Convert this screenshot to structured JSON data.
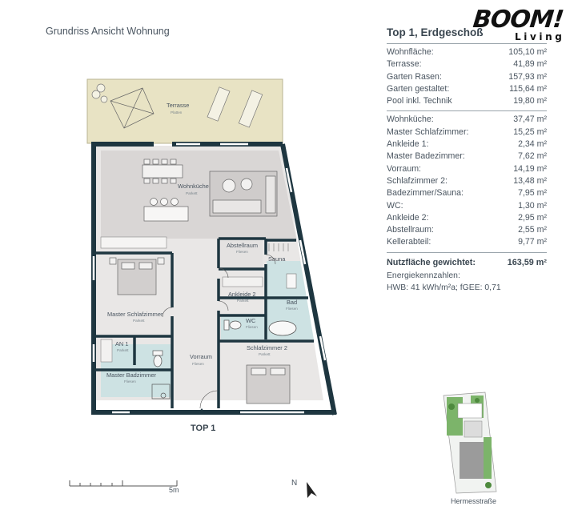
{
  "header": {
    "title": "Grundriss Ansicht Wohnung"
  },
  "logo": {
    "main": "BOOM!",
    "sub": "Living"
  },
  "unit": {
    "title": "Top 1, Erdgeschoß",
    "outdoor": [
      {
        "label": "Wohnfläche:",
        "value": "105,10 m²"
      },
      {
        "label": "Terrasse:",
        "value": "41,89 m²"
      },
      {
        "label": "Garten Rasen:",
        "value": "157,93 m²"
      },
      {
        "label": "Garten gestaltet:",
        "value": "115,64 m²"
      },
      {
        "label": "Pool inkl. Technik",
        "value": "19,80 m²"
      }
    ],
    "rooms": [
      {
        "label": "Wohnküche:",
        "value": "37,47 m²"
      },
      {
        "label": "Master Schlafzimmer:",
        "value": "15,25 m²"
      },
      {
        "label": "Ankleide 1:",
        "value": "2,34 m²"
      },
      {
        "label": "Master Badezimmer:",
        "value": "7,62 m²"
      },
      {
        "label": "Vorraum:",
        "value": "14,19 m²"
      },
      {
        "label": "Schlafzimmer 2:",
        "value": "13,48 m²"
      },
      {
        "label": "Badezimmer/Sauna:",
        "value": "7,95 m²"
      },
      {
        "label": "WC:",
        "value": "1,30 m²"
      },
      {
        "label": "Ankleide 2:",
        "value": "2,95 m²"
      },
      {
        "label": "Abstellraum:",
        "value": "2,55 m²"
      },
      {
        "label": "Kellerabteil:",
        "value": "9,77 m²"
      }
    ],
    "total": {
      "label": "Nutzfläche gewichtet:",
      "value": "163,59 m²"
    },
    "energy": {
      "heading": "Energiekennzahlen:",
      "line": "HWB: 41 kWh/m²a; fGEE: 0,71"
    }
  },
  "plan": {
    "rooms": {
      "terrasse": {
        "name": "Terrasse",
        "floor": "Platten"
      },
      "wohnkueche": {
        "name": "Wohnküche",
        "floor": "Parkett"
      },
      "abstellraum": {
        "name": "Abstellraum",
        "floor": "Fliesen"
      },
      "sauna": {
        "name": "Sauna"
      },
      "ankleide2": {
        "name": "Ankleide 2",
        "floor": "Parkett"
      },
      "bad": {
        "name": "Bad",
        "floor": "Fliesen"
      },
      "wc": {
        "name": "WC",
        "floor": "Fliesen"
      },
      "master_schlaf": {
        "name": "Master Schlafzimmer",
        "floor": "Parkett"
      },
      "an1": {
        "name": "AN 1",
        "floor": "Parkett"
      },
      "vorraum": {
        "name": "Vorraum",
        "floor": "Fliesen"
      },
      "schlaf2": {
        "name": "Schlafzimmer 2",
        "floor": "Parkett"
      },
      "master_bad": {
        "name": "Master Badzimmer",
        "floor": "Fliesen"
      }
    },
    "entrance_label": "TOP 1",
    "scale_label": "5m",
    "north_label": "N",
    "site_street": "Hermesstraße"
  },
  "colors": {
    "wall": "#1e3640",
    "terrace": "#e8e3c4",
    "floor_grey": "#dcdcdc",
    "floor_wet": "#cde2e3"
  }
}
